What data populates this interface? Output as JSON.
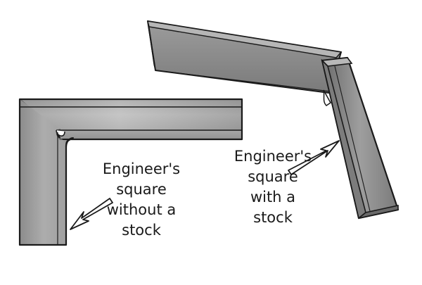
{
  "labels": {
    "without_stock": [
      "Engineer's",
      "square",
      "without a",
      "stock"
    ],
    "with_stock": [
      "Engineer's",
      "square",
      "with a",
      "stock"
    ]
  },
  "colors": {
    "steel_dark": "#6e6e6e",
    "steel_mid": "#9a9a9a",
    "steel_light": "#c2c2c2",
    "outline": "#1a1a1a",
    "arrow_fill": "#ffffff"
  }
}
